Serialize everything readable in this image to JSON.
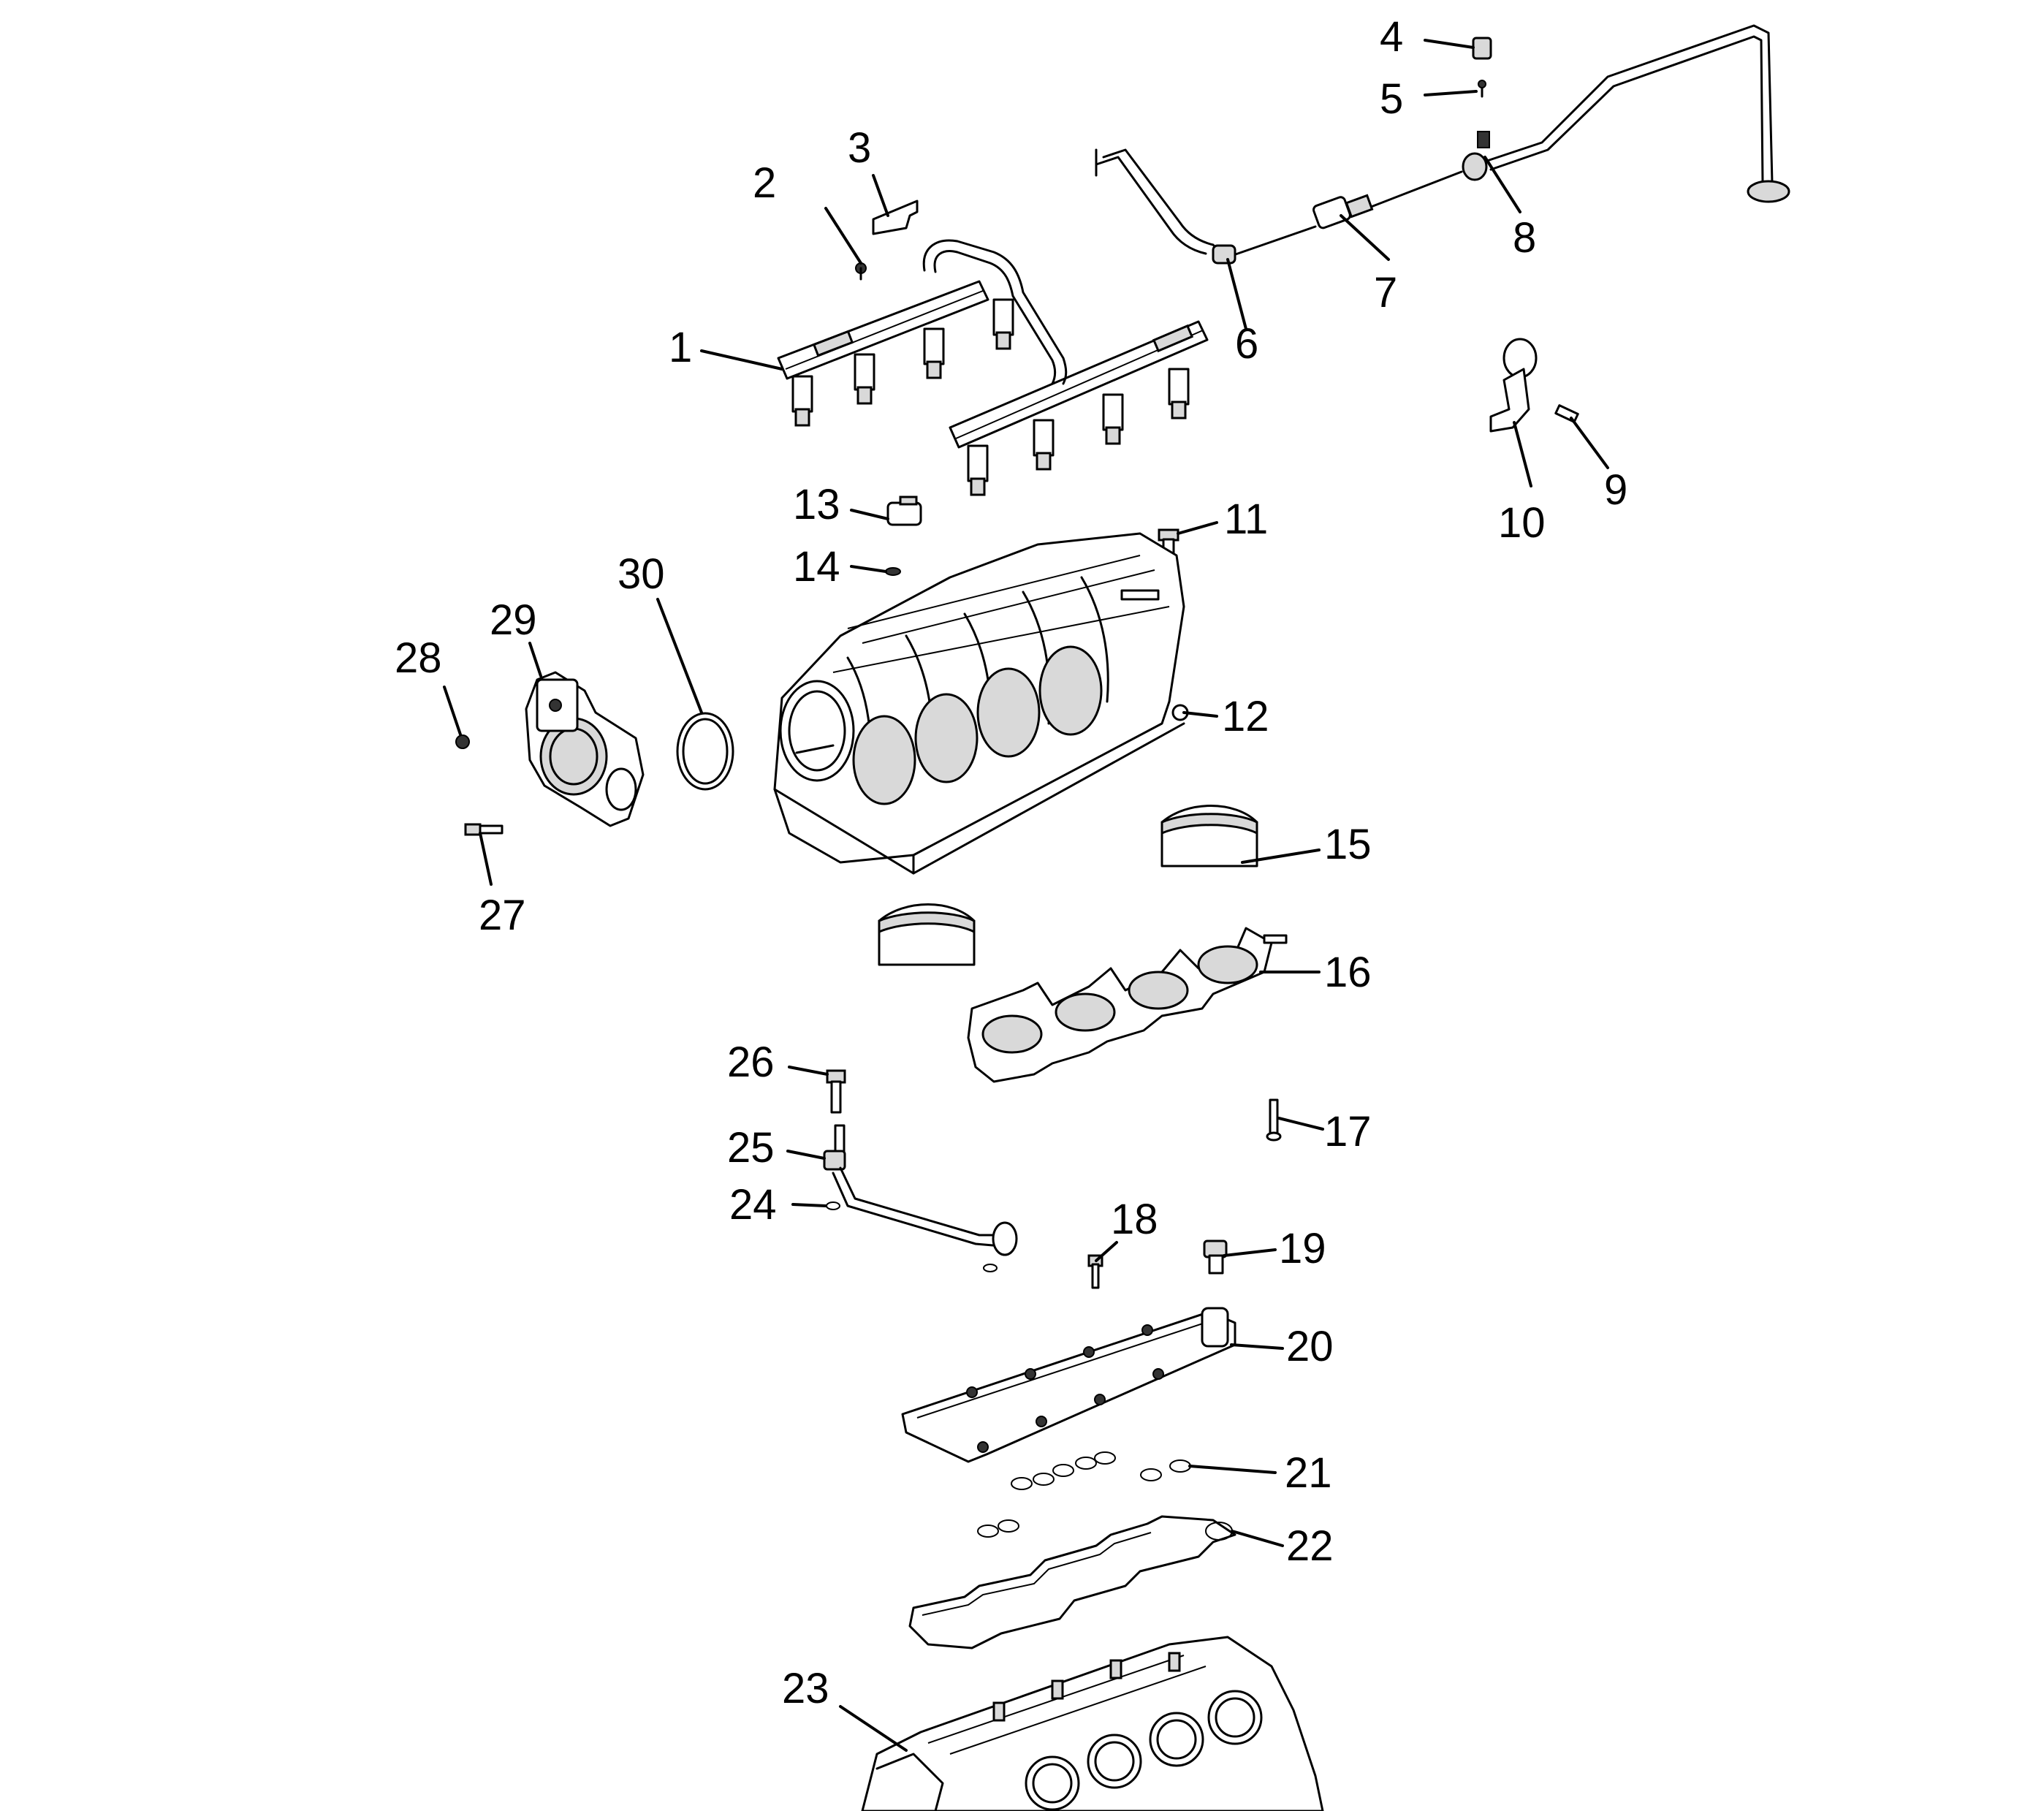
{
  "diagram": {
    "callouts": [
      {
        "id": "1",
        "label": "1"
      },
      {
        "id": "2",
        "label": "2"
      },
      {
        "id": "3",
        "label": "3"
      },
      {
        "id": "4",
        "label": "4"
      },
      {
        "id": "5",
        "label": "5"
      },
      {
        "id": "6",
        "label": "6"
      },
      {
        "id": "7",
        "label": "7"
      },
      {
        "id": "8",
        "label": "8"
      },
      {
        "id": "9",
        "label": "9"
      },
      {
        "id": "10",
        "label": "10"
      },
      {
        "id": "11",
        "label": "11"
      },
      {
        "id": "12",
        "label": "12"
      },
      {
        "id": "13",
        "label": "13"
      },
      {
        "id": "14",
        "label": "14"
      },
      {
        "id": "15",
        "label": "15"
      },
      {
        "id": "16",
        "label": "16"
      },
      {
        "id": "17",
        "label": "17"
      },
      {
        "id": "18",
        "label": "18"
      },
      {
        "id": "19",
        "label": "19"
      },
      {
        "id": "20",
        "label": "20"
      },
      {
        "id": "21",
        "label": "21"
      },
      {
        "id": "22",
        "label": "22"
      },
      {
        "id": "23",
        "label": "23"
      },
      {
        "id": "24",
        "label": "24"
      },
      {
        "id": "25",
        "label": "25"
      },
      {
        "id": "26",
        "label": "26"
      },
      {
        "id": "27",
        "label": "27"
      },
      {
        "id": "28",
        "label": "28"
      },
      {
        "id": "29",
        "label": "29"
      },
      {
        "id": "30",
        "label": "30"
      }
    ]
  }
}
